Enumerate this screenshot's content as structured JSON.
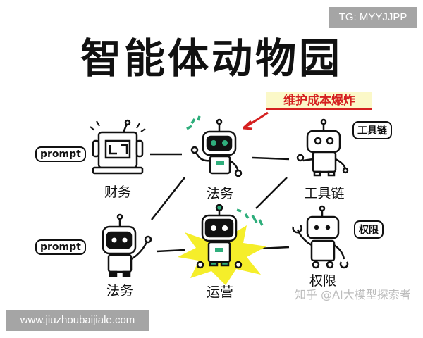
{
  "title": "智能体动物园",
  "badge_top": "TG: MYYJJPP",
  "annotation": {
    "text": "维护成本爆炸",
    "color": "#d52020",
    "highlight": "#fbf8c8"
  },
  "nodes": [
    {
      "id": "finance",
      "label": "财务",
      "bubble": "prompt"
    },
    {
      "id": "legal-top",
      "label": "法务"
    },
    {
      "id": "toolchain",
      "label": "工具链",
      "bubble": "工具链"
    },
    {
      "id": "legal-bottom",
      "label": "法务",
      "bubble": "prompt"
    },
    {
      "id": "operations",
      "label": "运营"
    },
    {
      "id": "permissions",
      "label": "权限",
      "bubble": "权限"
    }
  ],
  "watermark": "知乎 @AI大模型探索者",
  "footer_url": "www.jiuzhoubaijiale.com",
  "colors": {
    "accent_green": "#2fae7c",
    "starburst": "#f5ee2a",
    "arrow_red": "#d52020"
  }
}
